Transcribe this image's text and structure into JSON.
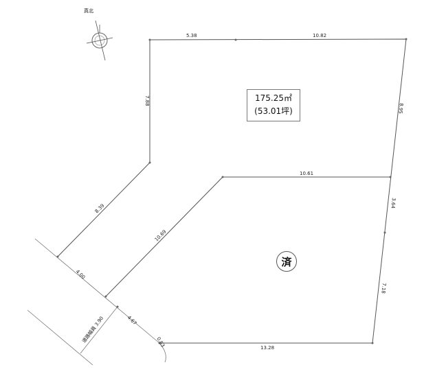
{
  "compass": {
    "label": "真北"
  },
  "area": {
    "square_meters": "175.25㎡",
    "tsubo": "(53.01坪)"
  },
  "status_mark": "済",
  "road": {
    "label": "道路幅員 3.90"
  },
  "dimensions": {
    "top_left": "5.38",
    "top_right": "10.82",
    "left_upper": "7.88",
    "right_upper": "8.95",
    "inner_top": "10.61",
    "left_diagonal": "8.39",
    "inner_diagonal": "10.69",
    "right_middle": "3.64",
    "right_lower": "7.18",
    "road_front_a": "4.00",
    "road_front_b": "4.67",
    "corner_small": "0.83",
    "bottom": "13.28"
  }
}
